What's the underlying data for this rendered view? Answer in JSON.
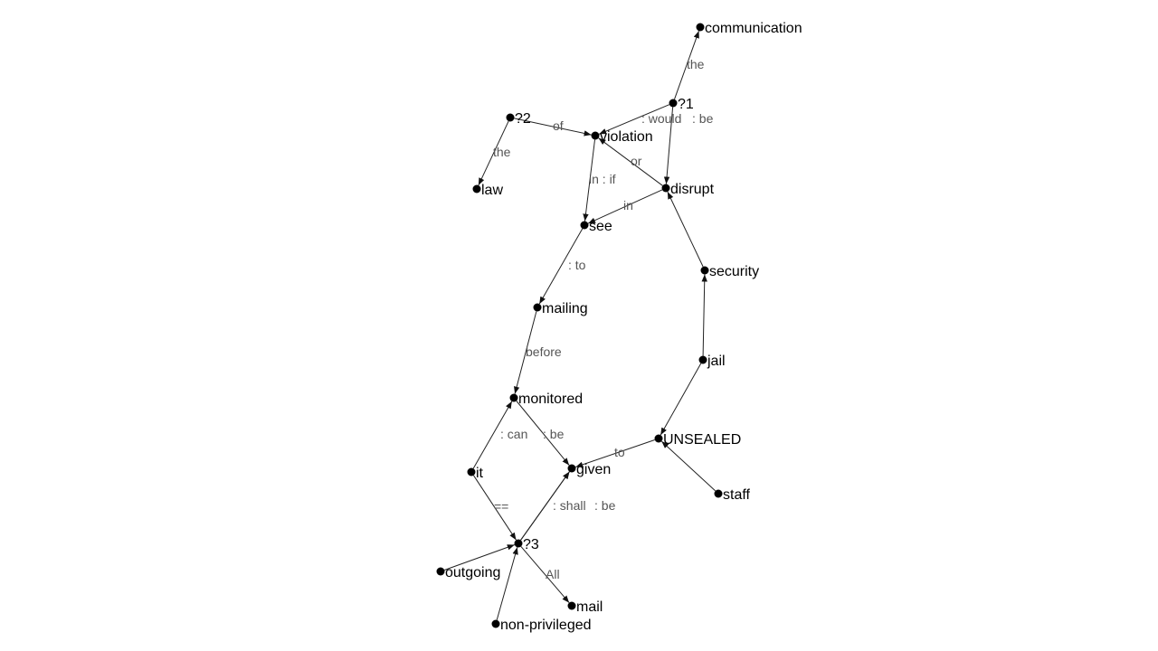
{
  "nodes": [
    {
      "id": "communication",
      "label": "communication"
    },
    {
      "id": "q1",
      "label": "?1"
    },
    {
      "id": "q2",
      "label": "?2"
    },
    {
      "id": "violation",
      "label": "violation"
    },
    {
      "id": "law",
      "label": "law"
    },
    {
      "id": "disrupt",
      "label": "disrupt"
    },
    {
      "id": "see",
      "label": "see"
    },
    {
      "id": "security",
      "label": "security"
    },
    {
      "id": "mailing",
      "label": "mailing"
    },
    {
      "id": "jail",
      "label": "jail"
    },
    {
      "id": "monitored",
      "label": "monitored"
    },
    {
      "id": "unsealed",
      "label": "UNSEALED"
    },
    {
      "id": "it",
      "label": "it"
    },
    {
      "id": "given",
      "label": "given"
    },
    {
      "id": "staff",
      "label": "staff"
    },
    {
      "id": "q3",
      "label": "?3"
    },
    {
      "id": "outgoing",
      "label": "outgoing"
    },
    {
      "id": "mail",
      "label": "mail"
    },
    {
      "id": "nonprivileged",
      "label": "non-privileged"
    }
  ],
  "edges": [
    {
      "from": "q1",
      "to": "communication",
      "label": "the"
    },
    {
      "from": "q1",
      "to": "violation",
      "label": ": would"
    },
    {
      "from": "q1",
      "to": "disrupt",
      "label": ": be"
    },
    {
      "from": "q2",
      "to": "violation",
      "label": "of"
    },
    {
      "from": "q2",
      "to": "law",
      "label": "the"
    },
    {
      "from": "violation",
      "to": "see",
      "label": "in : if"
    },
    {
      "from": "disrupt",
      "to": "violation",
      "label": "or"
    },
    {
      "from": "disrupt",
      "to": "see",
      "label": "in"
    },
    {
      "from": "see",
      "to": "mailing",
      "label": ": to"
    },
    {
      "from": "mailing",
      "to": "monitored",
      "label": "before"
    },
    {
      "from": "security",
      "to": "disrupt",
      "label": ""
    },
    {
      "from": "jail",
      "to": "security",
      "label": ""
    },
    {
      "from": "jail",
      "to": "unsealed",
      "label": ""
    },
    {
      "from": "staff",
      "to": "unsealed",
      "label": ""
    },
    {
      "from": "unsealed",
      "to": "given",
      "label": "to"
    },
    {
      "from": "it",
      "to": "monitored",
      "label": ": can"
    },
    {
      "from": "monitored",
      "to": "given",
      "label": ": be"
    },
    {
      "from": "it",
      "to": "q3",
      "label": "=="
    },
    {
      "from": "q3",
      "to": "given",
      "label": ": shall"
    },
    {
      "from": "q3",
      "to": "given",
      "label": ": be"
    },
    {
      "from": "q3",
      "to": "mail",
      "label": "All"
    },
    {
      "from": "outgoing",
      "to": "q3",
      "label": ""
    },
    {
      "from": "nonprivileged",
      "to": "q3",
      "label": ""
    }
  ]
}
